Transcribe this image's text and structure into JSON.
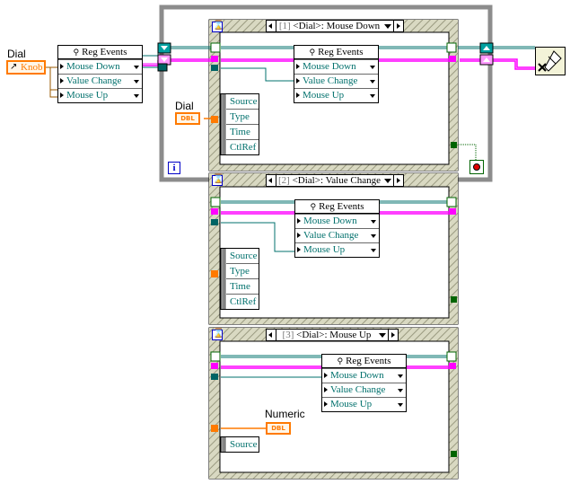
{
  "labels": {
    "dial": "Dial",
    "dial_inner": "Dial",
    "numeric": "Numeric"
  },
  "terminals": {
    "knob": "Knob",
    "dbl": "DBL"
  },
  "loop": {
    "iteration_label": "i"
  },
  "register_node": {
    "title": "Reg Events",
    "rows": [
      "Mouse Down",
      "Value Change",
      "Mouse Up"
    ]
  },
  "event_cases": [
    {
      "index": "[1]",
      "source": "<Dial>",
      "event": "Mouse Down",
      "data_items": [
        "Source",
        "Type",
        "Time",
        "CtlRef"
      ]
    },
    {
      "index": "[2]",
      "source": "<Dial>",
      "event": "Value Change",
      "data_items": [
        "Source",
        "Type",
        "Time",
        "CtlRef"
      ]
    },
    {
      "index": "[3]",
      "source": "<Dial>",
      "event": "Mouse Up",
      "data_items": [
        "Source"
      ]
    }
  ],
  "colors": {
    "reg_wire": "#00706c",
    "error_wire": "#ff00ff",
    "numeric_terminal": "#ff7a00",
    "loop_frame": "#8c8c8c"
  }
}
